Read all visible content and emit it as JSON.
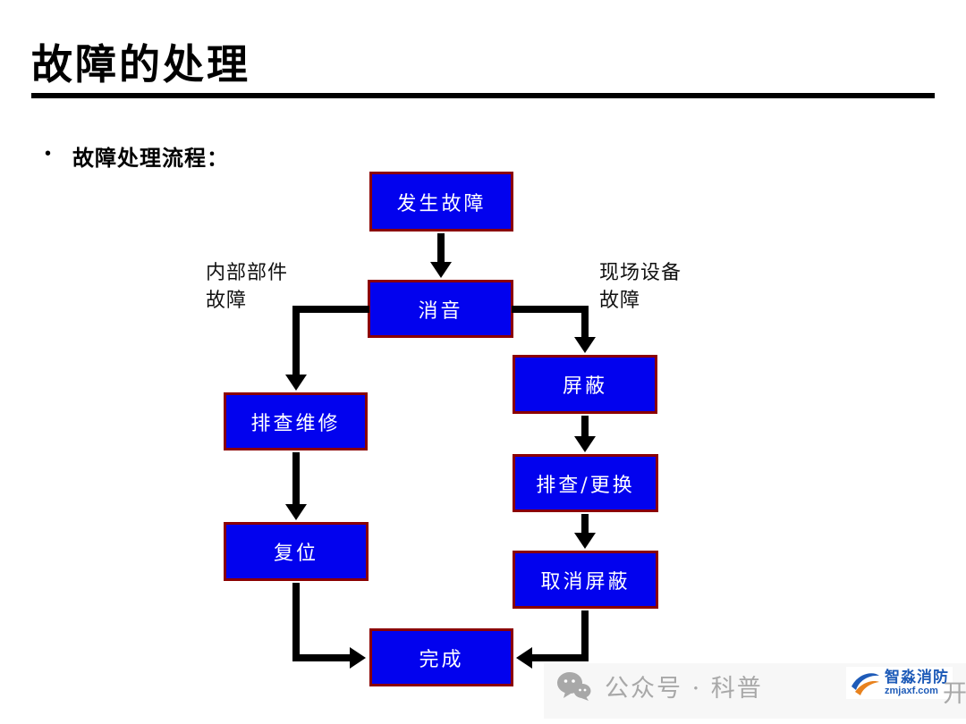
{
  "slide": {
    "title": "故障的处理",
    "bullet_marker": "•",
    "bullet_text": "故障处理流程："
  },
  "flowchart": {
    "boxes": [
      {
        "id": "fault-occurs",
        "label": "发生故障"
      },
      {
        "id": "silence",
        "label": "消音"
      },
      {
        "id": "shield",
        "label": "屏蔽"
      },
      {
        "id": "inspect-repair",
        "label": "排查维修"
      },
      {
        "id": "inspect-replace",
        "label": "排查/更换"
      },
      {
        "id": "reset",
        "label": "复位"
      },
      {
        "id": "cancel-shield",
        "label": "取消屏蔽"
      },
      {
        "id": "done",
        "label": "完成"
      }
    ],
    "side_labels": {
      "left_line1": "内部部件",
      "left_line2": "故障",
      "right_line1": "现场设备",
      "right_line2": "故障"
    },
    "colors": {
      "box_fill": "#0202ee",
      "box_border": "#8b0000",
      "box_text": "#ffffff",
      "arrow": "#000000"
    }
  },
  "watermark": {
    "account_text": "公众号 · 科普",
    "trailing_text": "开",
    "logo_name": "智淼消防",
    "logo_url": "zmjaxf.com",
    "logo_color": "#1e5bb8"
  }
}
